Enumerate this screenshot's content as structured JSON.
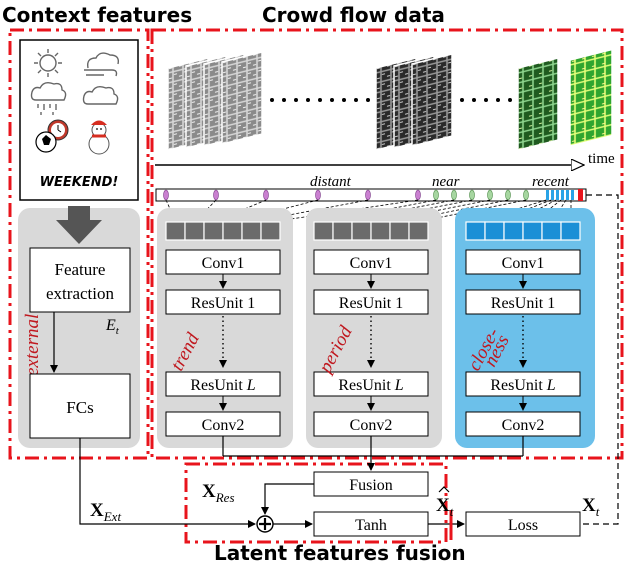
{
  "headers": {
    "context": "Context features",
    "crowd": "Crowd flow data",
    "latent": "Latent features fusion"
  },
  "context_icons": {
    "weekend": "WEEKEND!",
    "icons": [
      "sun-icon",
      "wind-cloud-icon",
      "rain-cloud-icon",
      "cloud-icon",
      "sports-ball-clock-icon",
      "snowman-icon"
    ]
  },
  "context_branch": {
    "feature_extraction_line1": "Feature",
    "feature_extraction_line2": "extraction",
    "et_label": "E",
    "et_sub": "t",
    "external_label": "external",
    "fcs": "FCs"
  },
  "timeline": {
    "time_label": "time",
    "distant": "distant",
    "near": "near",
    "recent": "recent"
  },
  "branches": {
    "trend": {
      "label": "trend",
      "conv1": "Conv1",
      "res1": "ResUnit 1",
      "resl": "ResUnit ",
      "resl_var": "L",
      "conv2": "Conv2"
    },
    "period": {
      "label": "period",
      "conv1": "Conv1",
      "res1": "ResUnit 1",
      "resl": "ResUnit ",
      "resl_var": "L",
      "conv2": "Conv2"
    },
    "closeness": {
      "label1": "close-",
      "label2": "ness",
      "conv1": "Conv1",
      "res1": "ResUnit 1",
      "resl": "ResUnit ",
      "resl_var": "L",
      "conv2": "Conv2"
    }
  },
  "fusion": {
    "fusion": "Fusion",
    "tanh": "Tanh",
    "loss": "Loss",
    "x_ext": "X",
    "x_ext_sub": "Ext",
    "x_res": "X",
    "x_res_sub": "Res",
    "x_hat": "X",
    "x_hat_sub": "t",
    "x_t": "X",
    "x_t_sub": "t"
  },
  "colors": {
    "red_dash": "#e8141c",
    "gray_panel": "#d9d9d9",
    "blue_panel": "#6cc0ea",
    "dark_gray": "#6b6b6b",
    "blue_cell": "#1b8fd6"
  }
}
